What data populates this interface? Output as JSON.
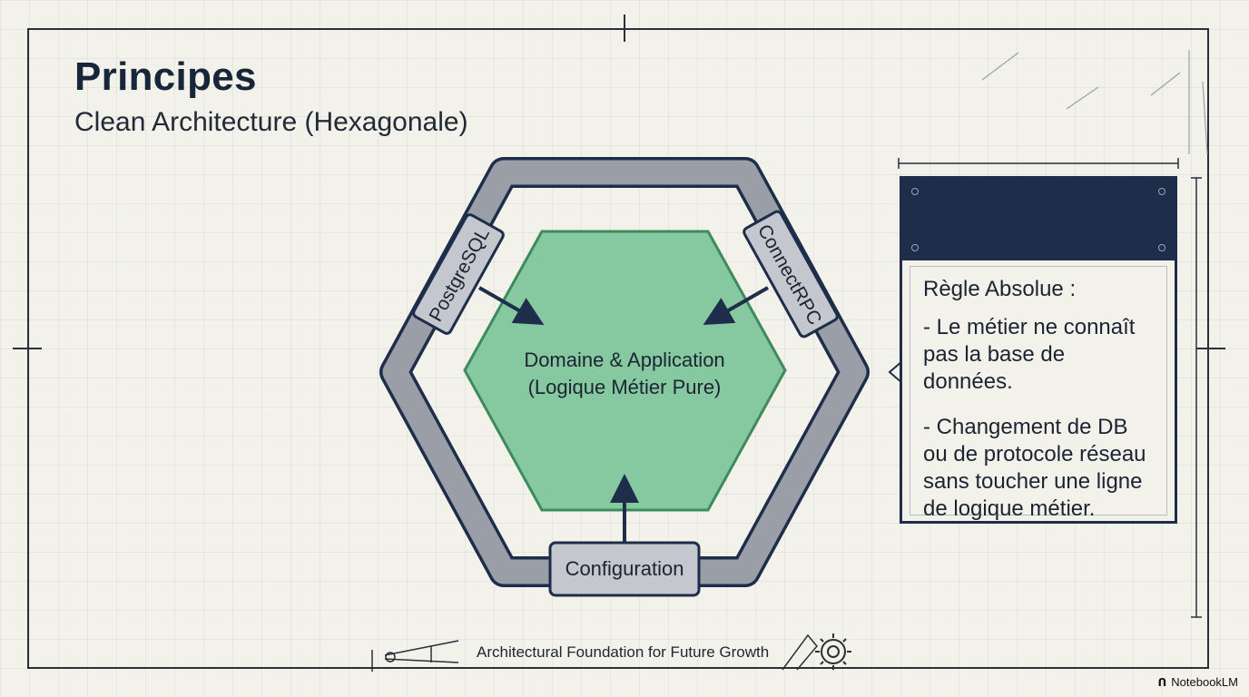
{
  "header": {
    "title": "Principes",
    "subtitle": "Clean Architecture (Hexagonale)"
  },
  "diagram": {
    "core_label_line1": "Domaine & Application",
    "core_label_line2": "(Logique Métier Pure)",
    "adapters": {
      "left": "PostgreSQL",
      "right": "ConnectRPC",
      "bottom": "Configuration"
    }
  },
  "callout": {
    "heading": "Règle Absolue :",
    "rule1": "- Le métier ne connaît pas la base de données.",
    "rule2": "- Changement de DB ou de protocole réseau sans toucher une ligne de logique métier."
  },
  "footer": {
    "caption": "Architectural Foundation for Future Growth"
  },
  "watermark": {
    "label": "NotebookLM"
  },
  "colors": {
    "navy": "#1d2d4a",
    "core_green": "#86c8a0",
    "ring_gray": "#9a9ea6",
    "paper": "#f2f2ea"
  }
}
